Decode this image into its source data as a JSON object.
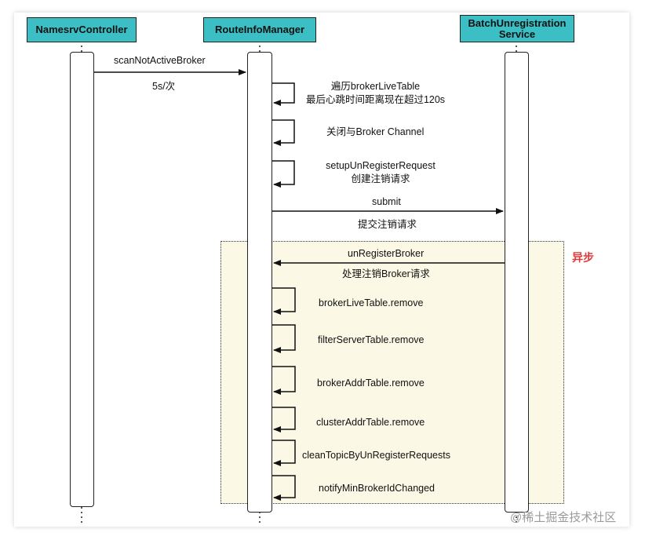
{
  "participants": {
    "namesrv": "NamesrvController",
    "routeinfo": "RouteInfoManager",
    "batch": "BatchUnregistration\nService"
  },
  "messages": {
    "scan": "scanNotActiveBroker",
    "scan_interval": "5s/次",
    "iterate": "遍历brokerLiveTable\n最后心跳时间距离现在超过120s",
    "close_channel": "关闭与Broker Channel",
    "setup_request": "setupUnRegisterRequest\n创建注销请求",
    "submit": "submit",
    "submit_desc": "提交注销请求",
    "unregister": "unRegisterBroker",
    "unregister_desc": "处理注销Broker请求",
    "live_remove": "brokerLiveTable.remove",
    "filter_remove": "filterServerTable.remove",
    "addr_remove": "brokerAddrTable.remove",
    "cluster_remove": "clusterAddrTable.remove",
    "clean_topic": "cleanTopicByUnRegisterRequests",
    "notify_min": "notifyMinBrokerIdChanged"
  },
  "async_label": "异步",
  "watermark": "@稀土掘金技术社区",
  "colors": {
    "participant_fill": "#3bbfc4",
    "async_fill": "#fbf8e6",
    "async_label": "#e03a3a"
  }
}
